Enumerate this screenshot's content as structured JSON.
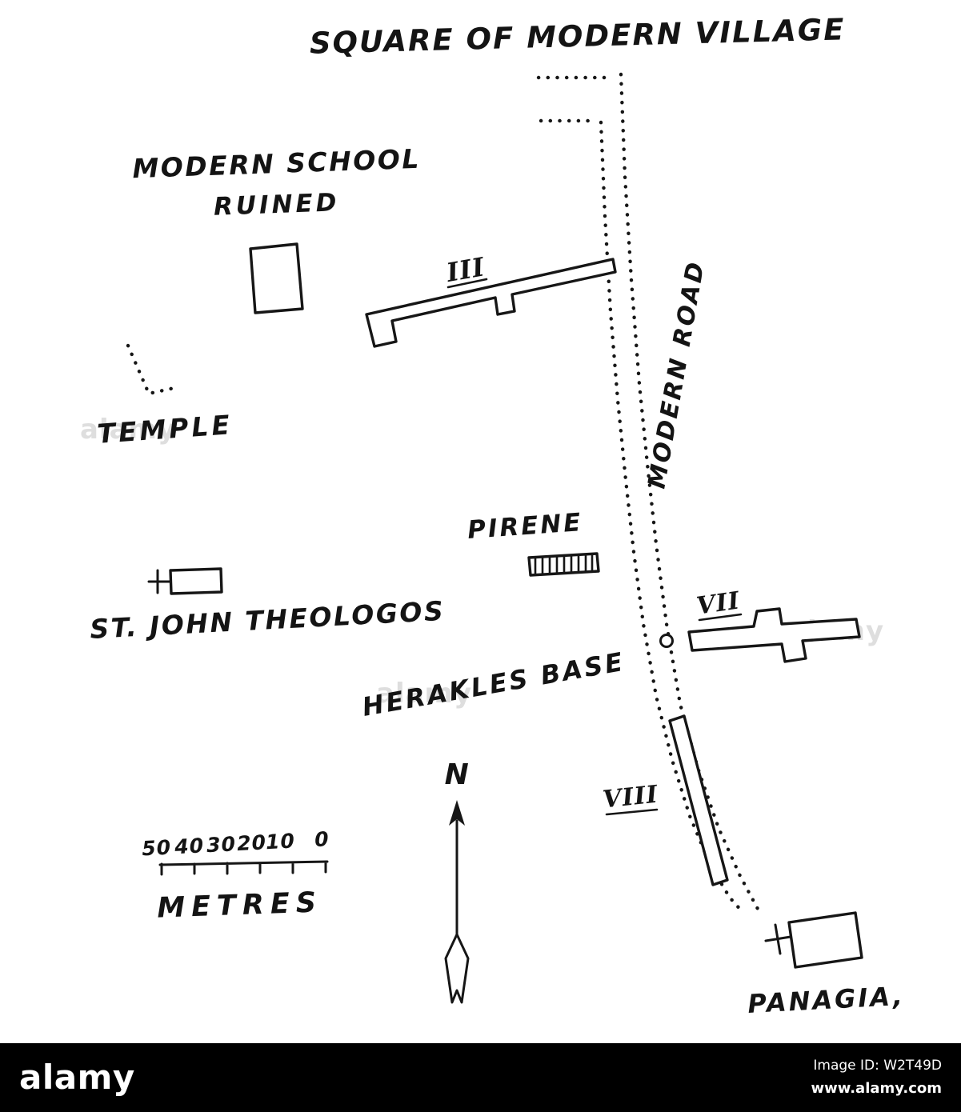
{
  "map": {
    "title": "SQUARE OF MODERN VILLAGE",
    "school_line1": "MODERN SCHOOL",
    "school_line2": "RUINED",
    "temple": "TEMPLE",
    "modern_road": "MODERN ROAD",
    "pirene": "PIRENE",
    "st_john": "ST. JOHN THEOLOGOS",
    "herakles": "HERAKLES BASE",
    "panagia": "PANAGIA,",
    "wall_iii": "III",
    "wall_vii": "VII",
    "wall_viii": "VIII",
    "north": "N",
    "metres": "METRES",
    "scale": {
      "ticks": [
        "50",
        "40",
        "30",
        "20",
        "10",
        "0"
      ]
    }
  },
  "watermark": {
    "logo": "alamy",
    "image_id": "Image ID: W2T49D",
    "url": "www.alamy.com"
  }
}
